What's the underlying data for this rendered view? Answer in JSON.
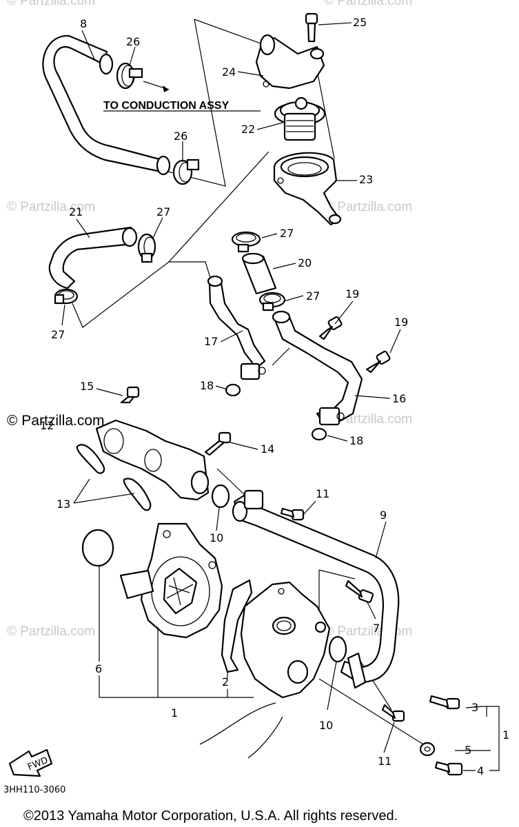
{
  "watermark": "© Partzilla.com",
  "destination_label": "TO CONDUCTION ASSY",
  "fwd_label": "FWD",
  "drawing_code": "3HH110-3060",
  "copyright": "©2013 Yamaha Motor Corporation, U.S.A. All rights reserved.",
  "callouts": {
    "p1": "1",
    "p1b": "1",
    "p2": "2",
    "p3": "3",
    "p4": "4",
    "p5": "5",
    "p6": "6",
    "p7": "7",
    "p8": "8",
    "p9": "9",
    "p10a": "10",
    "p10b": "10",
    "p11a": "11",
    "p11b": "11",
    "p12": "12",
    "p13": "13",
    "p14": "14",
    "p15": "15",
    "p16": "16",
    "p17": "17",
    "p18a": "18",
    "p18b": "18",
    "p19a": "19",
    "p19b": "19",
    "p20": "20",
    "p21": "21",
    "p22": "22",
    "p23": "23",
    "p24": "24",
    "p25": "25",
    "p26a": "26",
    "p26b": "26",
    "p27a": "27",
    "p27b": "27",
    "p27c": "27",
    "p27d": "27"
  }
}
